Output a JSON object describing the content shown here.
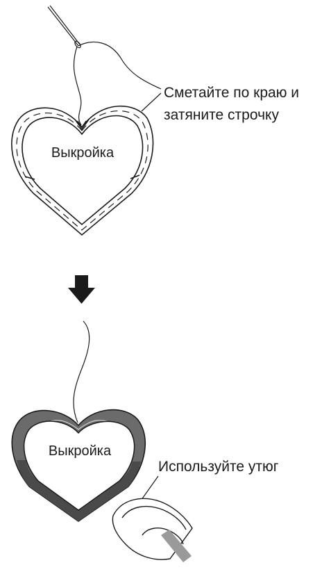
{
  "step1": {
    "instruction_line1": "Сметайте по краю и",
    "instruction_line2": "затяните строчку",
    "heart_label": "Выкройка"
  },
  "step2": {
    "heart_label": "Выкройка",
    "instruction": "Используйте утюг"
  },
  "icons": [
    "needle-icon",
    "thread-icon",
    "down-arrow-icon",
    "iron-icon"
  ],
  "colors": {
    "line": "#1a1a1a",
    "fabric_edge": "#6b6b6b",
    "fabric_edge_dark": "#4a4a4a",
    "arrow": "#1a1a1a",
    "iron_handle": "#9a9a9a"
  }
}
